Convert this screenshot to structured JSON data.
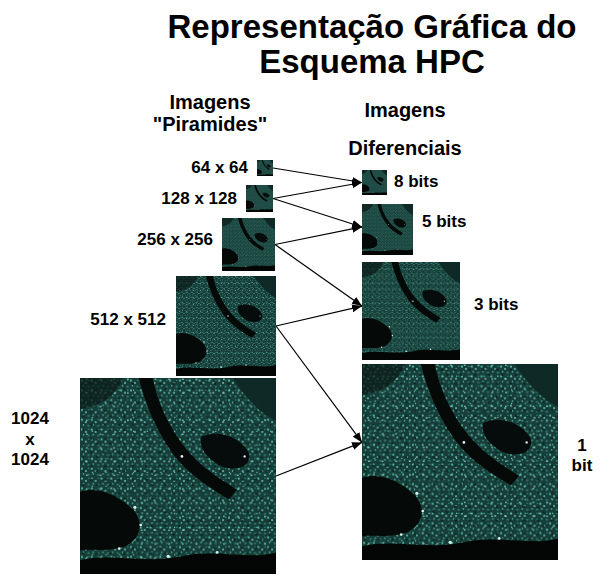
{
  "diagram": {
    "title": "Representação Gráfica do Esquema HPC",
    "nodes": [
      {
        "text": [
          "64 x 64"
        ]
      },
      {
        "text": [
          "128 x 128"
        ]
      },
      {
        "text": [
          "256 x 256"
        ]
      },
      {
        "text": [
          "512 x 512"
        ]
      },
      {
        "text": [
          "1024 x 1024"
        ]
      },
      {
        "text": [
          "8 bits"
        ]
      },
      {
        "text": [
          "5 bits"
        ]
      },
      {
        "text": [
          "3 bits"
        ]
      },
      {
        "text": [
          "1 bit"
        ]
      }
    ],
    "edges": [
      {
        "from": 0,
        "to": 5,
        "arrow": "to"
      },
      {
        "from": 1,
        "to": 5,
        "arrow": "to"
      },
      {
        "from": 1,
        "to": 6,
        "arrow": "to"
      },
      {
        "from": 2,
        "to": 6,
        "arrow": "to"
      },
      {
        "from": 2,
        "to": 7,
        "arrow": "to"
      },
      {
        "from": 3,
        "to": 7,
        "arrow": "to"
      },
      {
        "from": 3,
        "to": 8,
        "arrow": "to"
      },
      {
        "from": 4,
        "to": 8,
        "arrow": "to"
      }
    ],
    "labels": [
      "Imagens \"Piramides\"",
      "Imagens Diferenciais"
    ]
  }
}
